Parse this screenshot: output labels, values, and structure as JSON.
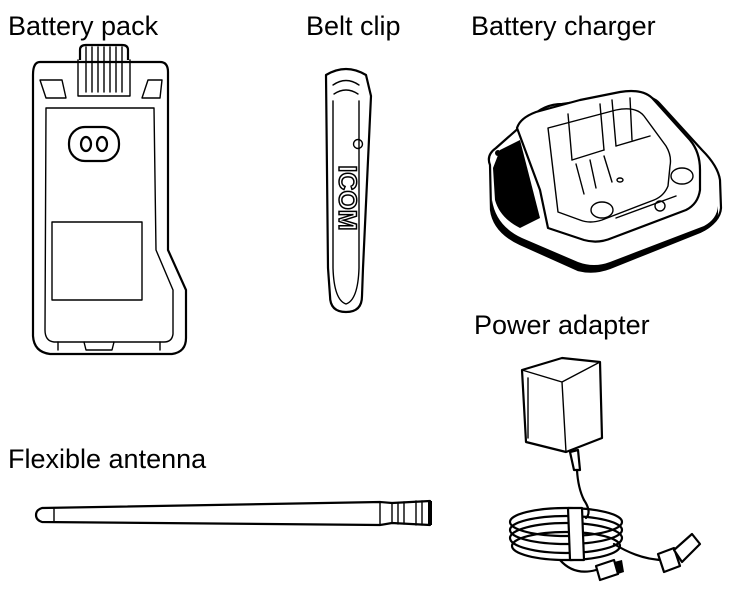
{
  "labels": {
    "battery_pack": "Battery pack",
    "belt_clip": "Belt clip",
    "battery_charger": "Battery charger",
    "power_adapter": "Power adapter",
    "flexible_antenna": "Flexible antenna"
  },
  "belt_clip_logo": "ICOM"
}
